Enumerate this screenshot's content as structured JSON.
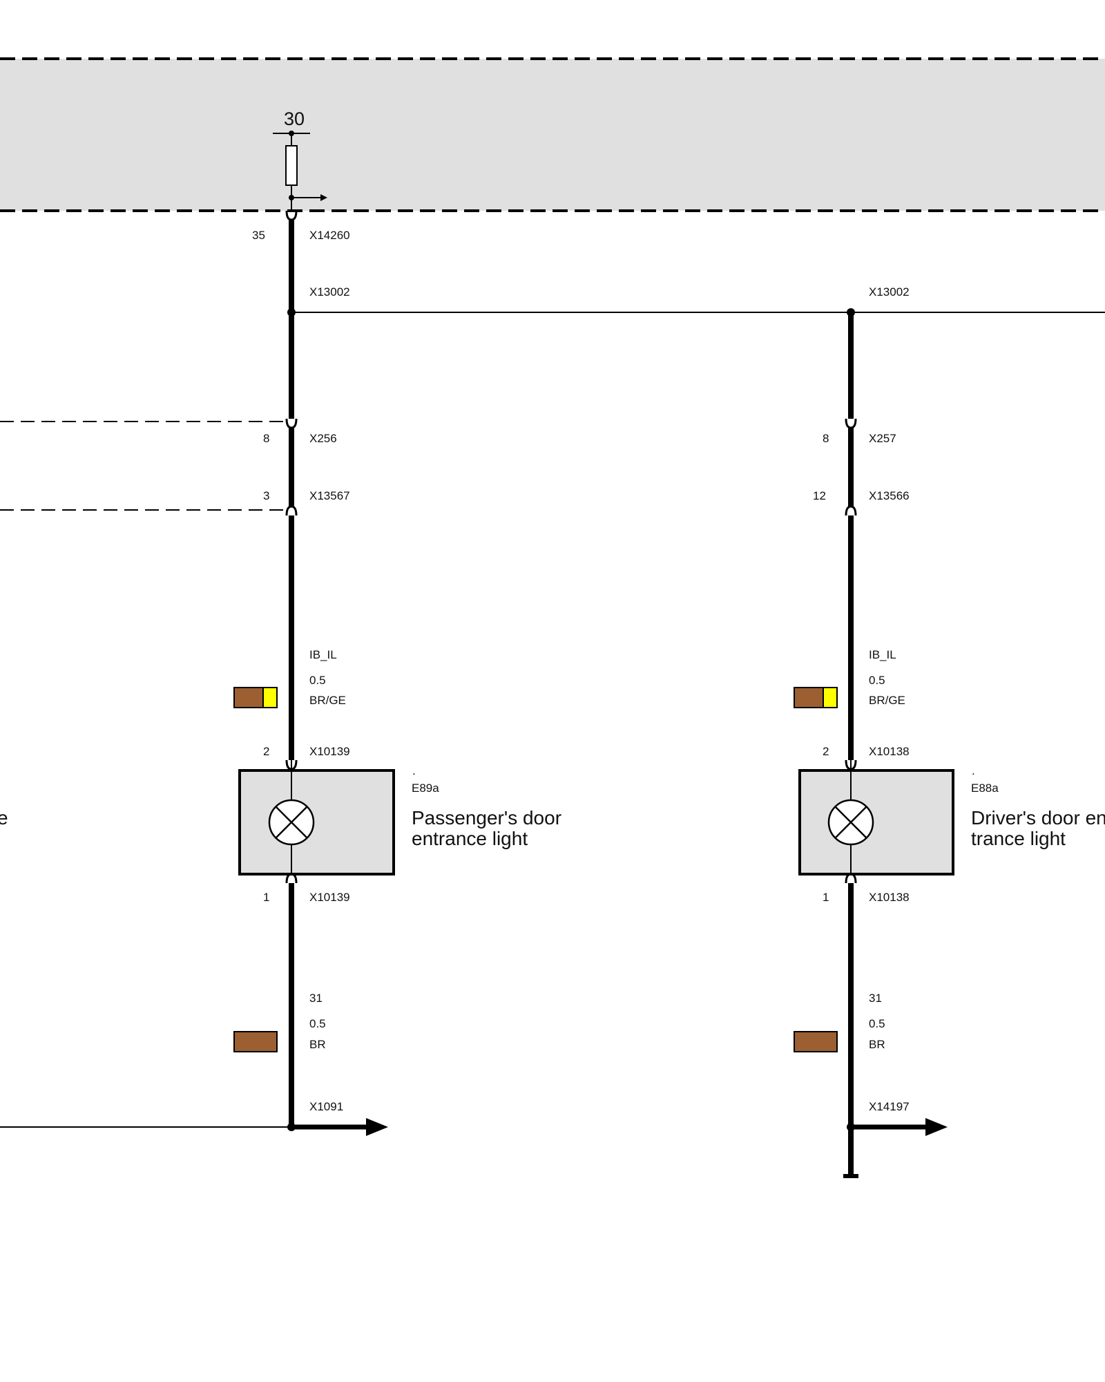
{
  "terminal_30": "30",
  "colors": {
    "brown": "#9b5f32",
    "yellow": "#ffff00",
    "band_gray": "#e0e0e0",
    "component_gray": "#e0e0e0",
    "wire": "#000000"
  },
  "left_circuit": {
    "x14260_pin": "35",
    "x14260": "X14260",
    "x13002": "X13002",
    "x256_pin": "8",
    "x256": "X256",
    "x13567_pin": "3",
    "x13567": "X13567",
    "signal": "IB_IL",
    "wire_size": "0.5",
    "wire_color": "BR/GE",
    "x10139_top_pin": "2",
    "x10139_top": "X10139",
    "component_dot": ".",
    "component_id": "E89a",
    "component_name_line1": "Passenger's door",
    "component_name_line2": "entrance light",
    "x10139_bottom_pin": "1",
    "x10139_bottom": "X10139",
    "ground_terminal": "31",
    "ground_wire_size": "0.5",
    "ground_wire_color": "BR",
    "x1091": "X1091",
    "cut_off_label": "e"
  },
  "right_circuit": {
    "x13002": "X13002",
    "x257_pin": "8",
    "x257": "X257",
    "x13566_pin": "12",
    "x13566": "X13566",
    "signal": "IB_IL",
    "wire_size": "0.5",
    "wire_color": "BR/GE",
    "x10138_top_pin": "2",
    "x10138_top": "X10138",
    "component_dot": ".",
    "component_id": "E88a",
    "component_name_line1": "Driver's door en",
    "component_name_line2": "trance light",
    "x10138_bottom_pin": "1",
    "x10138_bottom": "X10138",
    "ground_terminal": "31",
    "ground_wire_size": "0.5",
    "ground_wire_color": "BR",
    "x14197": "X14197"
  }
}
